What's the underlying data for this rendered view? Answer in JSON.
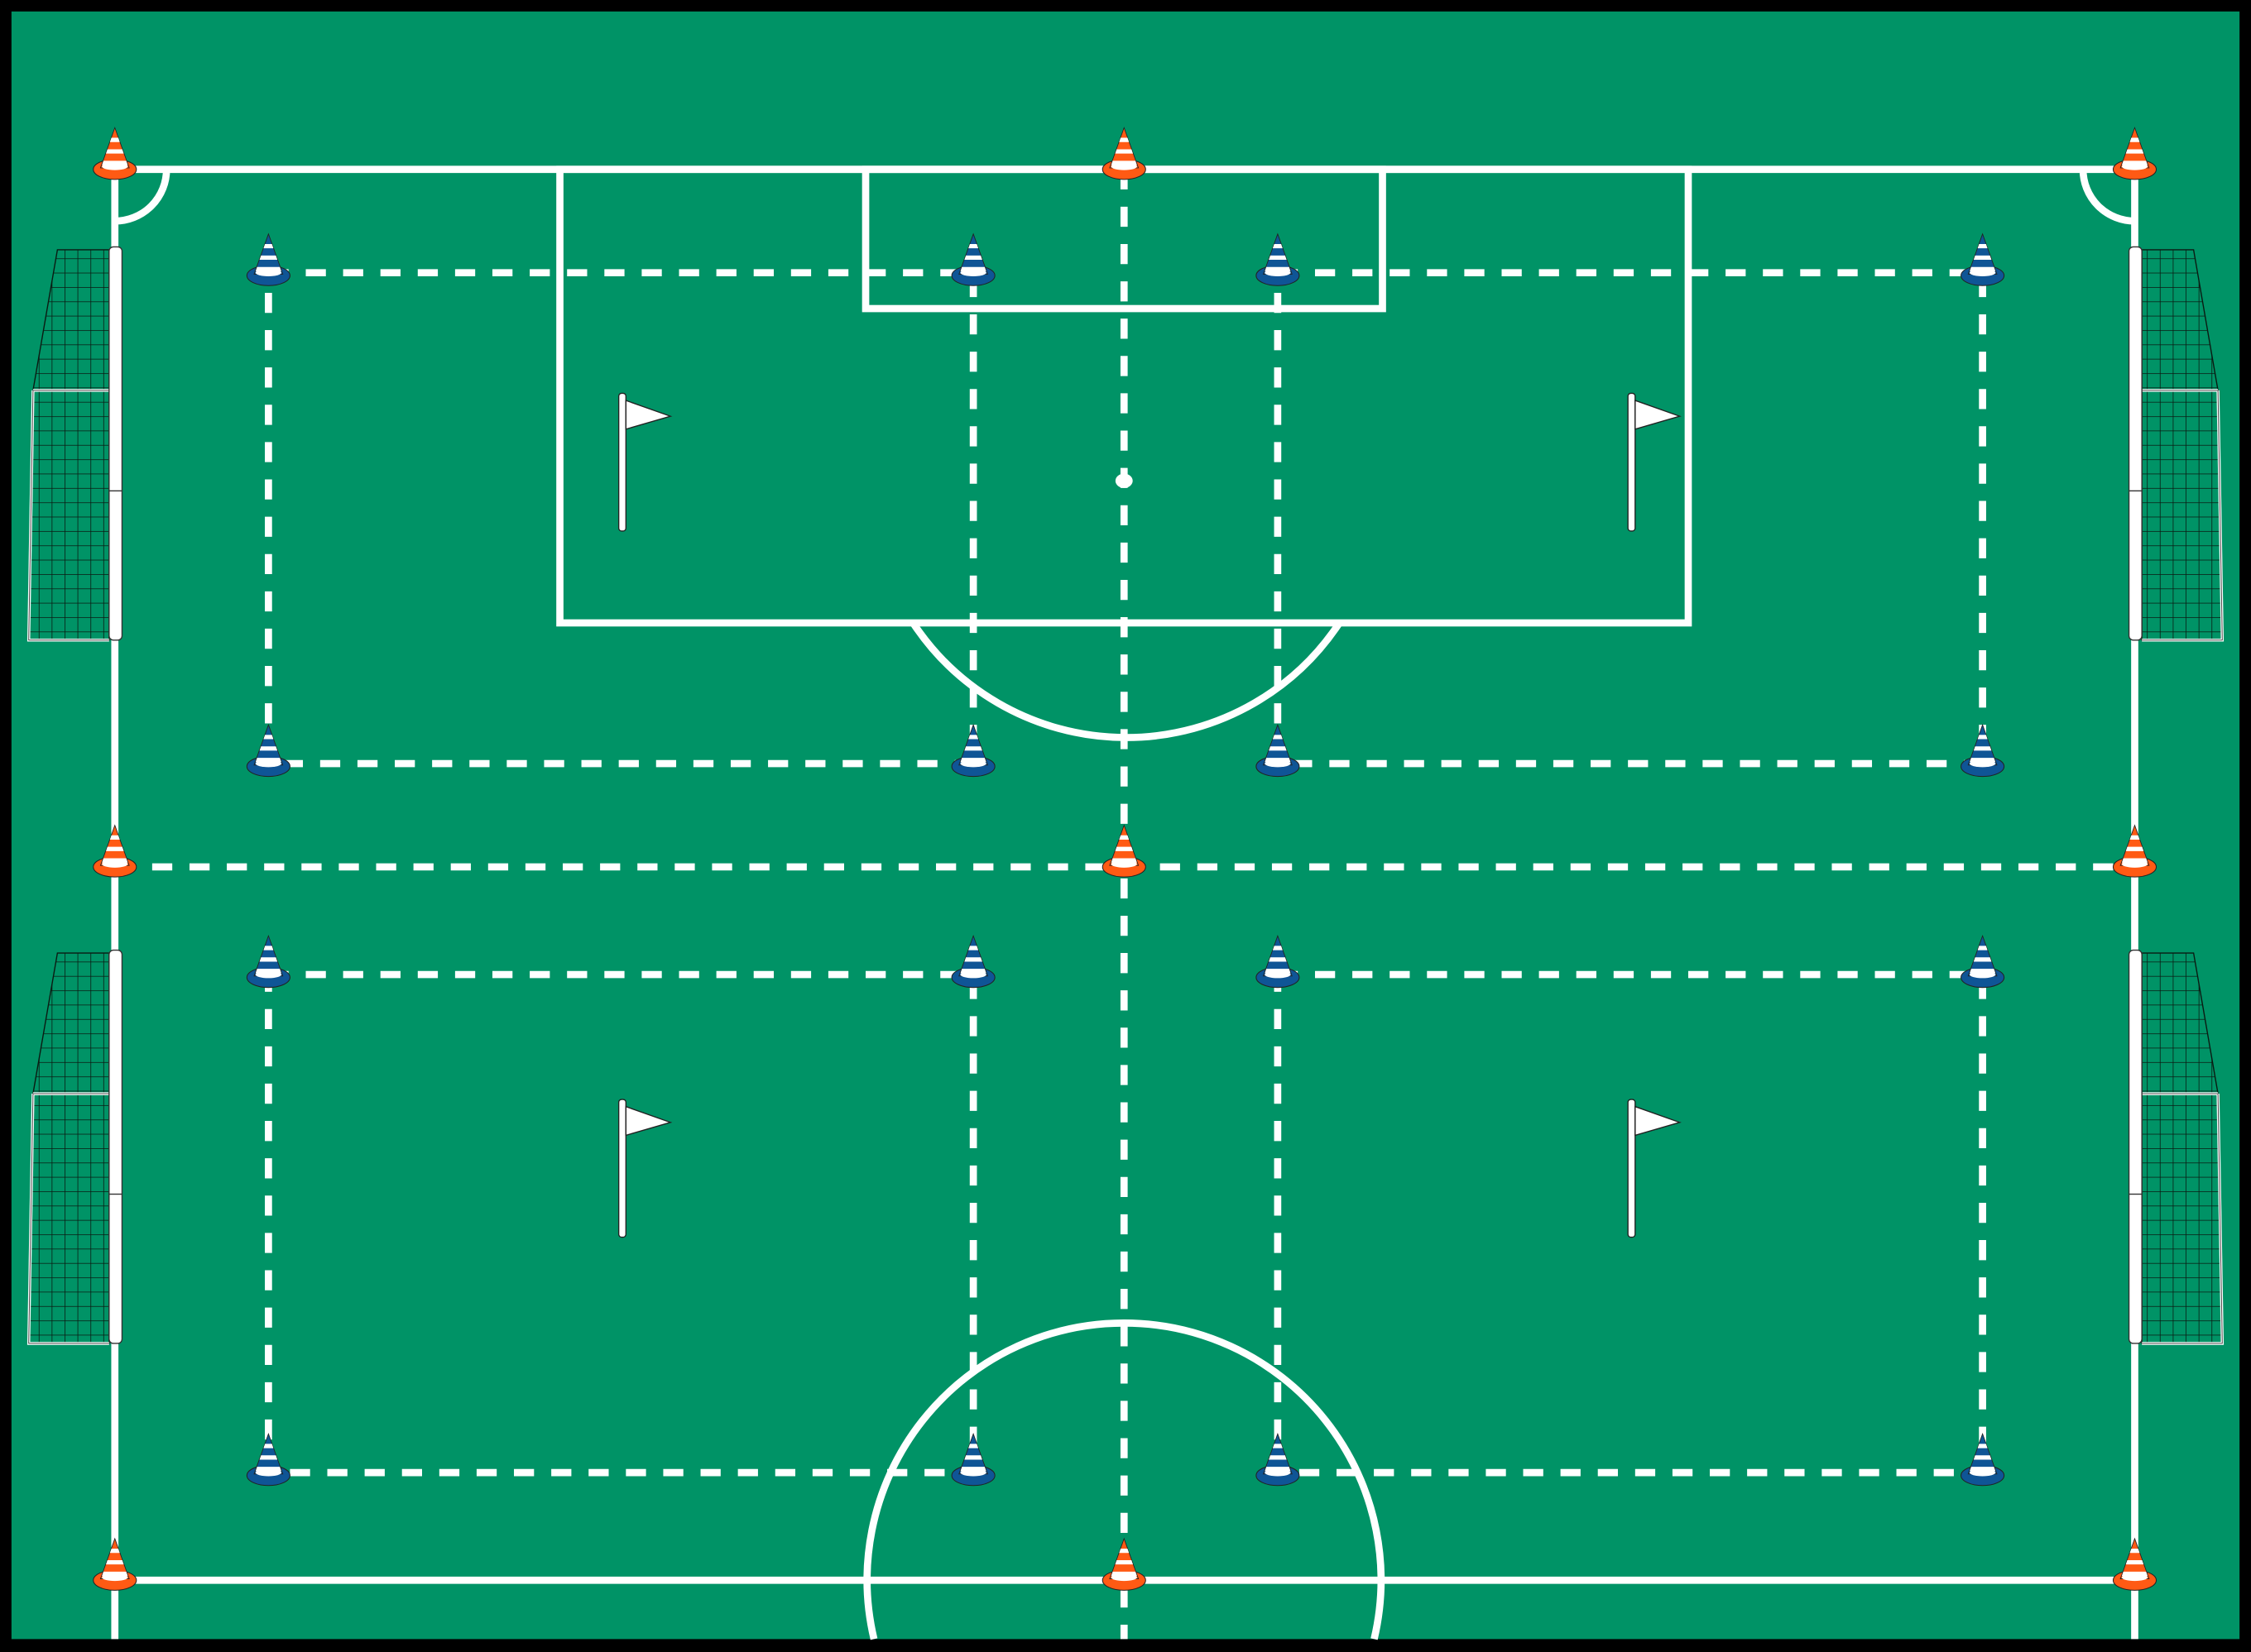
{
  "diagram": {
    "type": "soccer-training-field",
    "colors": {
      "border": "#000000",
      "grass": "#009366",
      "lines": "#ffffff",
      "orange_cone": "#ff5a14",
      "blue_cone": "#0f5596",
      "net": "#0b1a12"
    },
    "orange_cone_count": 9,
    "blue_cone_count": 16,
    "flag_count": 4,
    "goal_count": 4,
    "training_grids": 4
  }
}
